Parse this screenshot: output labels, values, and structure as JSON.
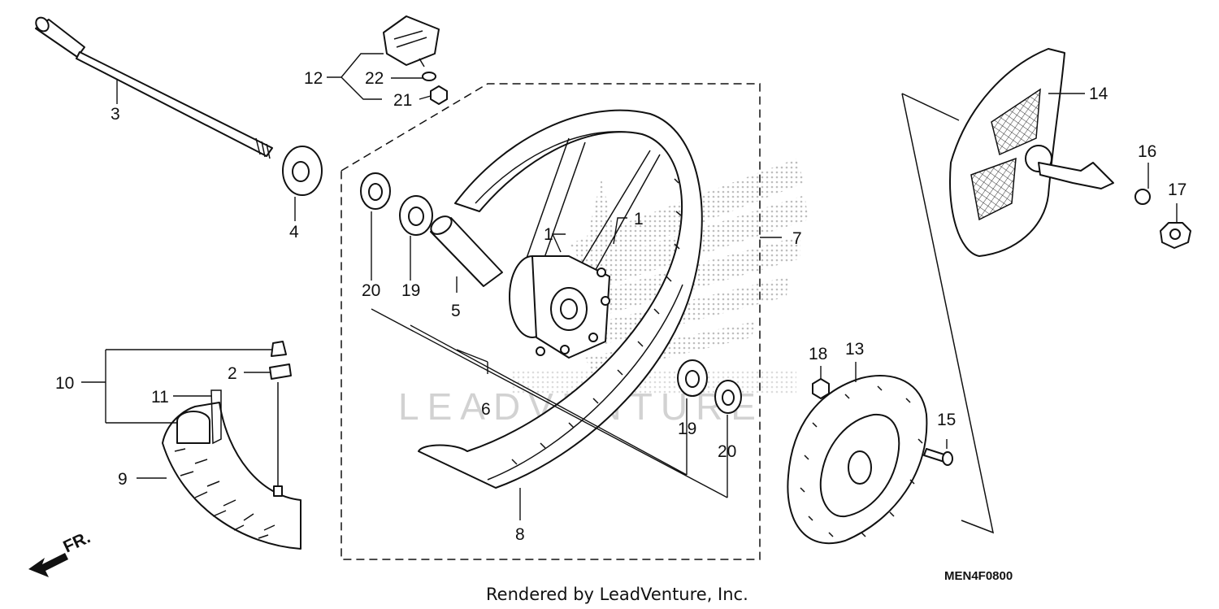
{
  "callouts": {
    "c1a": "1",
    "c1b": "1",
    "c2": "2",
    "c3": "3",
    "c4": "4",
    "c5": "5",
    "c6": "6",
    "c7": "7",
    "c8": "8",
    "c9": "9",
    "c10": "10",
    "c11": "11",
    "c12": "12",
    "c13": "13",
    "c14": "14",
    "c15": "15",
    "c16": "16",
    "c17": "17",
    "c18": "18",
    "c19a": "19",
    "c19b": "19",
    "c20a": "20",
    "c20b": "20",
    "c21": "21",
    "c22": "22"
  },
  "watermark": "LEADVENTURE",
  "front_marker": "FR.",
  "diagram_code": "MEN4F0800",
  "credit": "Rendered by LeadVenture, Inc."
}
